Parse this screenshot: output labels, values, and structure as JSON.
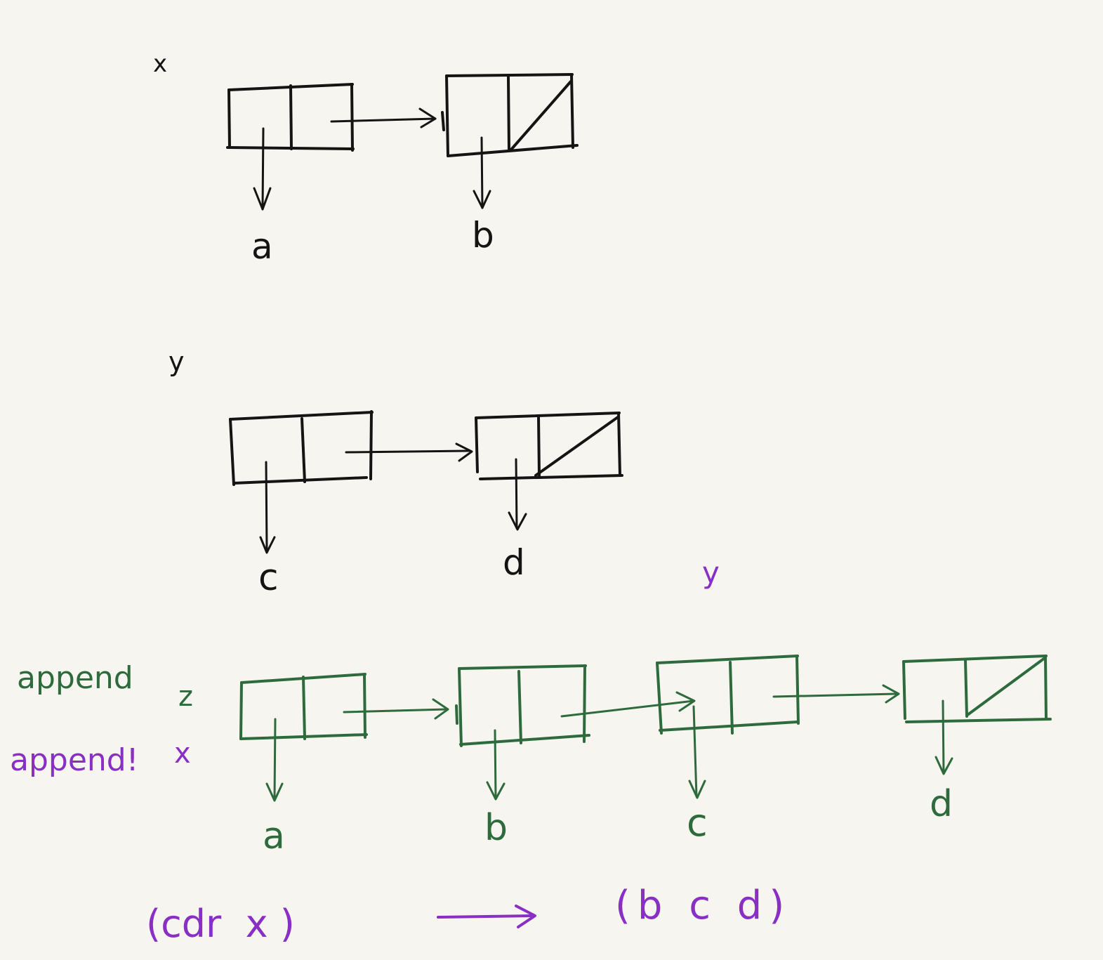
{
  "colors": {
    "paper": "#f6f5f0",
    "black": "#141414",
    "green": "#2e6b3c",
    "purple": "#8a2fc4"
  },
  "diagrams": {
    "x": {
      "var_label": "x",
      "cells": [
        {
          "car": "a",
          "cdr": "pointer"
        },
        {
          "car": "b",
          "cdr": "nil"
        }
      ]
    },
    "y": {
      "var_label": "y",
      "cells": [
        {
          "car": "c",
          "cdr": "pointer"
        },
        {
          "car": "d",
          "cdr": "nil"
        }
      ]
    },
    "result": {
      "append_label": "append",
      "z_label": "z",
      "append_bang_label": "append!",
      "x_label": "x",
      "y_label": "y",
      "cells": [
        {
          "car": "a",
          "cdr": "pointer"
        },
        {
          "car": "b",
          "cdr": "pointer"
        },
        {
          "car": "c",
          "cdr": "pointer"
        },
        {
          "car": "d",
          "cdr": "nil"
        }
      ]
    }
  },
  "expression": {
    "lhs": "(cdr  x )",
    "rhs": "(b c d)"
  }
}
